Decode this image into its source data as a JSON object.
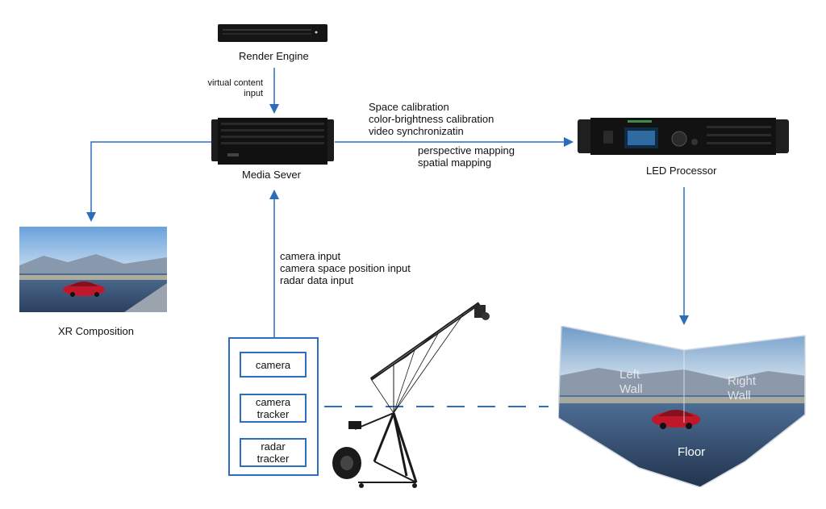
{
  "colors": {
    "line": "#2d6dbd",
    "device": "#111111",
    "sky": "#7fb3e6"
  },
  "nodes": {
    "render_engine": "Render Engine",
    "media_server": "Media Sever",
    "led_processor": "LED Processor",
    "xr_composition": "XR Composition"
  },
  "edges": {
    "virtual_content": [
      "virtual content",
      "input"
    ],
    "calibration": [
      "Space calibration",
      "color-brightness calibration",
      "video synchronizatin"
    ],
    "mapping": [
      "perspective mapping",
      "spatial mapping"
    ],
    "inputs": [
      "camera input",
      "camera space position input",
      "radar data input"
    ]
  },
  "tracking_box": {
    "camera": "camera",
    "camera_tracker": [
      "camera",
      "tracker"
    ],
    "radar_tracker": [
      "radar",
      "tracker"
    ]
  },
  "led_stage": {
    "left_wall": [
      "Left",
      "Wall"
    ],
    "right_wall": [
      "Right",
      "Wall"
    ],
    "floor": "Floor"
  }
}
